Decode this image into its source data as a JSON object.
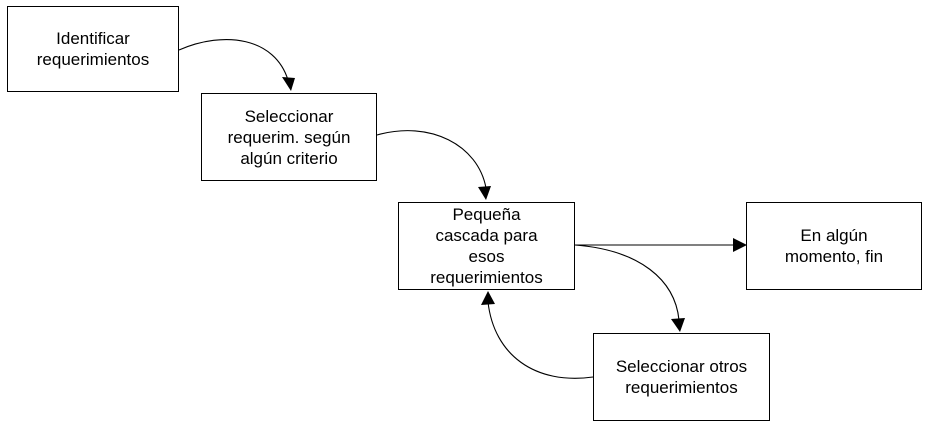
{
  "diagram": {
    "nodes": [
      {
        "id": "identificar",
        "label": "Identificar\nrequerimientos"
      },
      {
        "id": "seleccionar",
        "label": "Seleccionar\nrequerim. según\nalgún criterio"
      },
      {
        "id": "cascada",
        "label": "Pequeña\ncascada para\nesos\nrequerimientos"
      },
      {
        "id": "fin",
        "label": "En algún\nmomento, fin"
      },
      {
        "id": "otros",
        "label": "Seleccionar otros\nrequerimientos"
      }
    ],
    "edges": [
      {
        "from": "identificar",
        "to": "seleccionar",
        "style": "curved-arrow"
      },
      {
        "from": "seleccionar",
        "to": "cascada",
        "style": "curved-arrow"
      },
      {
        "from": "cascada",
        "to": "fin",
        "style": "straight-arrow"
      },
      {
        "from": "cascada",
        "to": "otros",
        "style": "curved-arrow"
      },
      {
        "from": "otros",
        "to": "cascada",
        "style": "curved-arrow"
      }
    ],
    "colors": {
      "line": "#000000",
      "box_border": "#000000",
      "background": "#ffffff"
    }
  }
}
